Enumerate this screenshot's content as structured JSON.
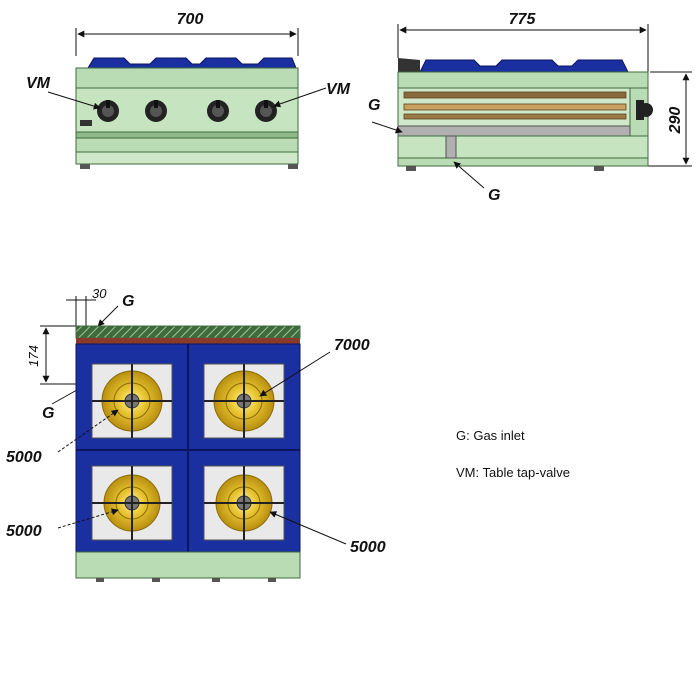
{
  "front_view": {
    "width_label": "700",
    "left_valve_label": "VM",
    "right_valve_label": "VM"
  },
  "side_view": {
    "depth_label": "775",
    "height_label": "290",
    "gas_inlet_label_left": "G",
    "gas_inlet_label_bottom": "G"
  },
  "top_view": {
    "offset_label": "30",
    "gas_label_top": "G",
    "depth_label": "174",
    "gas_label_left": "G",
    "burner_top_right": "7000",
    "burner_top_left": "5000",
    "burner_bottom_left": "5000",
    "burner_bottom_right": "5000"
  },
  "legend": {
    "gas_inlet": "G: Gas inlet",
    "tap_valve": "VM: Table tap-valve"
  },
  "colors": {
    "body_green": "#b9dcb4",
    "dark_green": "#6f9a6c",
    "grate_blue": "#1a2fa0",
    "burner_yellow": "#d9b21f",
    "plate_white": "#e9e9e9"
  }
}
